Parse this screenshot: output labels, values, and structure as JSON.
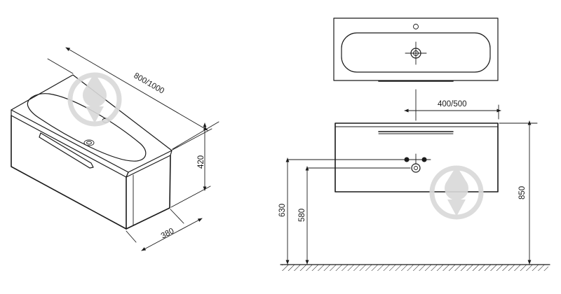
{
  "iso_view": {
    "width_label": "800/1000",
    "height_label": "420",
    "depth_label": "380"
  },
  "top_view": {},
  "front_view": {
    "offset_label": "400/500",
    "total_height_label": "850",
    "outlet_height_label": "630",
    "drain_height_label": "580"
  },
  "watermark": {
    "icon": "droplet-logo",
    "color": "#d9d9d9"
  }
}
